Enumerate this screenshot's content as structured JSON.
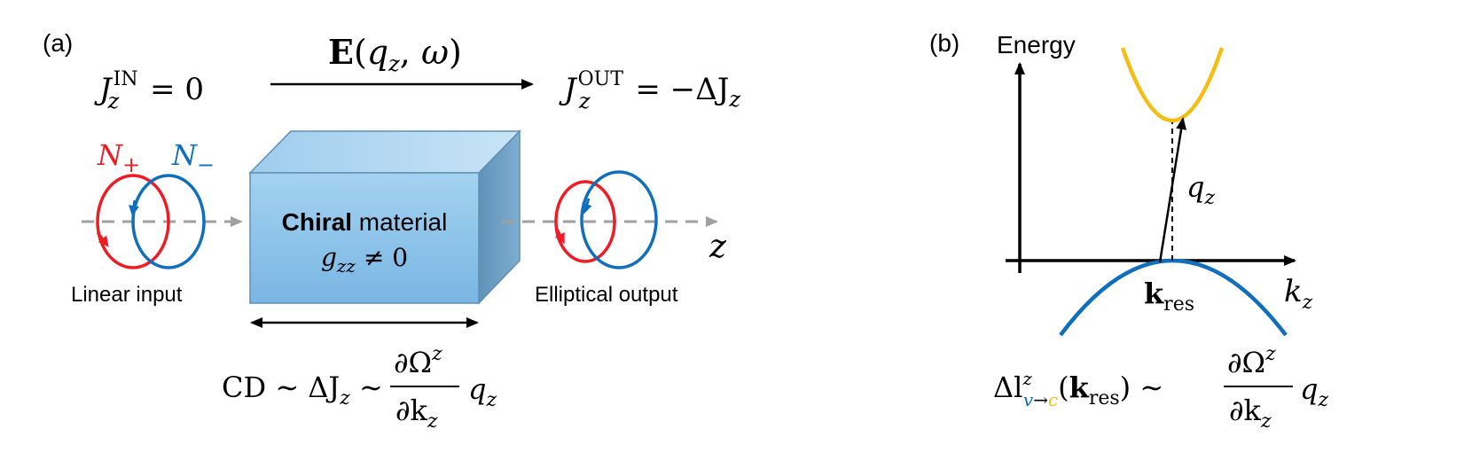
{
  "panel_a": {
    "label": "(a)",
    "field": {
      "bold": "E",
      "open": "(",
      "q": "q",
      "q_sub": "z",
      "sep": ",",
      "omega": "ω",
      "close": ")"
    },
    "j_in": {
      "J": "J",
      "sub": "z",
      "sup": "IN",
      "rhs": " = 0"
    },
    "j_out": {
      "J": "J",
      "sub": "z",
      "sup": "OUT",
      "rhs": " = −ΔJ",
      "rhs_sub": "z"
    },
    "n_plus": {
      "N": "N",
      "sub": "+"
    },
    "n_minus": {
      "N": "N",
      "sub": "−"
    },
    "material_bold": "Chiral",
    "material_rest": " material",
    "g": {
      "g": "g",
      "sub": "zz",
      "rhs": " ≠ 0"
    },
    "z_axis": "z",
    "linear_input": "Linear input",
    "elliptical_output": "Elliptical output",
    "cd": {
      "lhs": "CD ∼ ΔJ",
      "lhs_sub": "z",
      "sim": " ∼ ",
      "num": "∂Ω",
      "num_sup": "z",
      "den": "∂k",
      "den_sub": "z",
      "q": "q",
      "q_sub": "z"
    }
  },
  "panel_b": {
    "label": "(b)",
    "energy_label": "Energy",
    "kz": {
      "k": "k",
      "sub": "z"
    },
    "qz": {
      "q": "q",
      "sub": "z"
    },
    "kres": {
      "k": "k",
      "sub": "res"
    },
    "delta_l": {
      "pre": "Δl",
      "sup": "z",
      "v": "v",
      "arrow": "→",
      "c": "c",
      "arg_open": "(",
      "arg_k": "k",
      "arg_sub": "res",
      "arg_close": ")",
      "sim": " ∼ ",
      "num": "∂Ω",
      "num_sup": "z",
      "den": "∂k",
      "den_sub": "z",
      "q": "q",
      "q_sub": "z"
    }
  },
  "colors": {
    "red": "#ee1c25",
    "blue": "#0f6fbd",
    "gold": "#f5bd12",
    "gray": "#9e9e9e",
    "box_front": "#8fc6ea",
    "box_top": "#b9dcf4",
    "box_side": "#6f9fc2"
  }
}
